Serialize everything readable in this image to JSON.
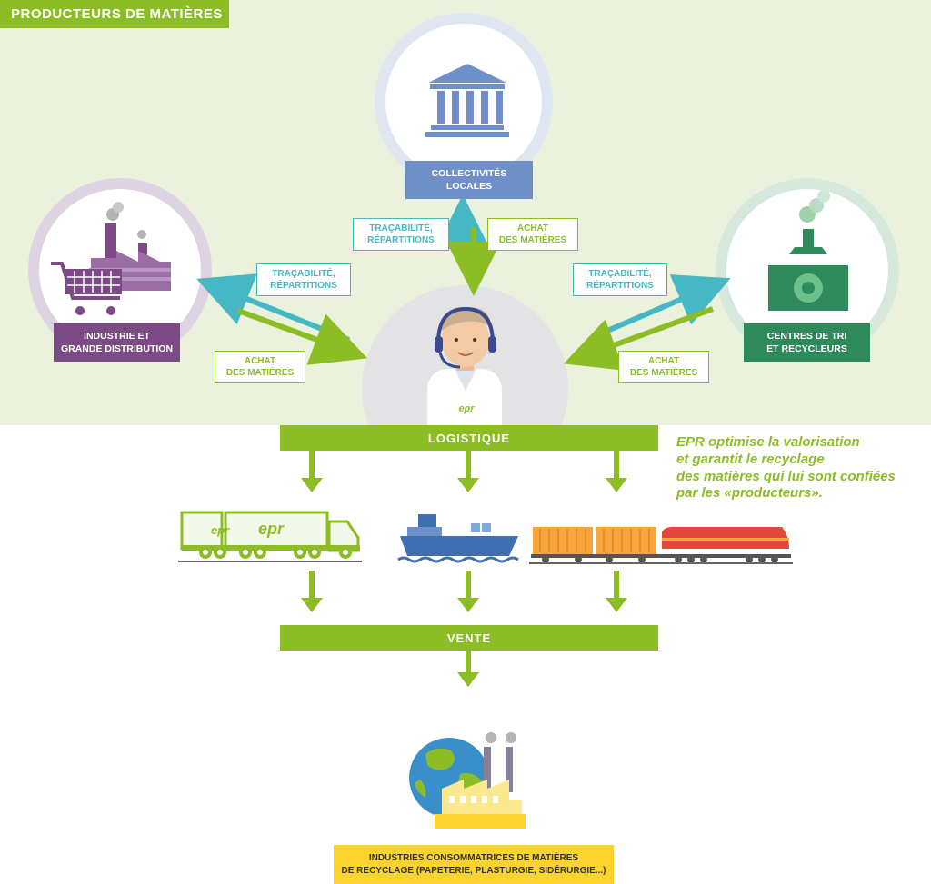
{
  "header": {
    "title": "PRODUCTEURS DE MATIÈRES"
  },
  "nodes": {
    "collectivites": {
      "line1": "COLLECTIVITÉS",
      "line2": "LOCALES"
    },
    "industrie": {
      "line1": "INDUSTRIE ET",
      "line2": "GRANDE DISTRIBUTION"
    },
    "centres": {
      "line1": "CENTRES DE TRI",
      "line2": "ET RECYCLEURS"
    }
  },
  "callouts": {
    "tracabilite_line1": "TRAÇABILITÉ,",
    "tracabilite_line2": "RÉPARTITIONS",
    "achat_line1": "ACHAT",
    "achat_line2": "DES MATIÈRES"
  },
  "logo": "epr",
  "flow": {
    "logistique": "LOGISTIQUE",
    "vente": "VENTE"
  },
  "note": {
    "line1": "EPR optimise la valorisation",
    "line2": "et garantit le recyclage",
    "line3": "des matières qui lui sont confiées",
    "line4": "par les «producteurs»."
  },
  "consumers": {
    "line1": "INDUSTRIES CONSOMMATRICES DE MATIÈRES",
    "line2": "DE RECYCLAGE (PAPETERIE, PLASTURGIE, SIDÉRURGIE...)"
  },
  "colors": {
    "green": "#8cbd25",
    "teal": "#45b8c4",
    "purple": "#7c4a85",
    "blue": "#6f8fc9",
    "darkgreen": "#2f8a5b",
    "yellow": "#fad42c"
  }
}
